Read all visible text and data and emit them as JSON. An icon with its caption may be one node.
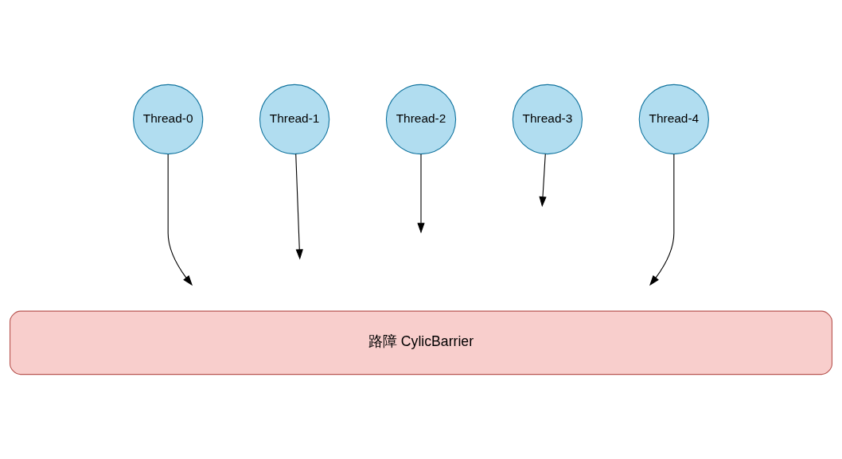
{
  "diagram": {
    "nodes": [
      {
        "text": [
          "Thread-0"
        ]
      },
      {
        "text": [
          "Thread-1"
        ]
      },
      {
        "text": [
          "Thread-2"
        ]
      },
      {
        "text": [
          "Thread-3"
        ]
      },
      {
        "text": [
          "Thread-4"
        ]
      },
      {
        "text": [
          "路障 CylicBarrier"
        ]
      }
    ],
    "edges": [
      {
        "from": 0,
        "to": null,
        "arrow": "to"
      },
      {
        "from": 1,
        "to": null,
        "arrow": "to"
      },
      {
        "from": 2,
        "to": null,
        "arrow": "to"
      },
      {
        "from": 3,
        "to": null,
        "arrow": "to"
      },
      {
        "from": 4,
        "to": null,
        "arrow": "to"
      }
    ]
  }
}
